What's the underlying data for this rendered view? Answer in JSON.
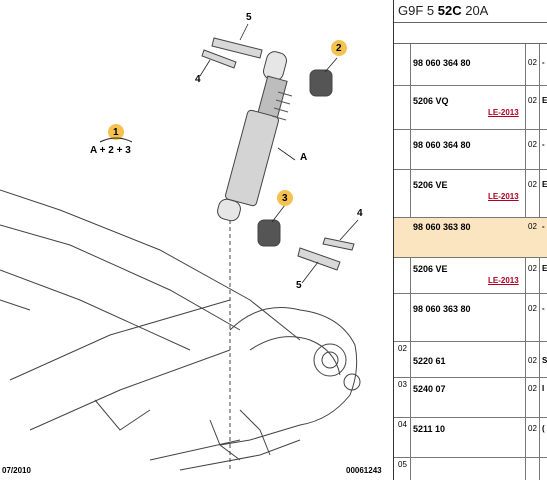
{
  "diagram": {
    "callouts": {
      "c1": "1",
      "c1_formula": "A + 2 + 3",
      "c2": "2",
      "c3": "3",
      "c4_top": "4",
      "c4_bottom": "4",
      "c5_top": "5",
      "c5_bottom": "5",
      "cA": "A"
    },
    "footer_left": "07/2010",
    "footer_right": "00061243"
  },
  "parts": {
    "ref_prefix": "G9F 5 ",
    "ref_bold": "52C",
    "ref_suffix": " 20A",
    "rows": [
      {
        "part": "98 060 364 80",
        "qty": "02",
        "trunc": "-"
      },
      {
        "part": "5206 VQ",
        "qty": "02",
        "trunc": "E",
        "tag": "LE-2013"
      },
      {
        "part": "98 060 364 80",
        "qty": "02",
        "trunc": "-"
      },
      {
        "part": "5206 VE",
        "qty": "02",
        "trunc": "E",
        "tag": "LE-2013"
      },
      {
        "part": "98 060 363 80",
        "qty": "02",
        "trunc": "-"
      },
      {
        "part": "5206 VE",
        "qty": "02",
        "trunc": "E",
        "tag": "LE-2013"
      },
      {
        "part": "98 060 363 80",
        "qty": "02",
        "trunc": "-"
      },
      {
        "index": "02",
        "part": "5220 61",
        "qty": "02",
        "trunc": "S"
      },
      {
        "index": "03",
        "part": "5240 07",
        "qty": "02",
        "trunc": "I"
      },
      {
        "index": "04",
        "part": "5211 10",
        "qty": "02",
        "trunc": "("
      },
      {
        "index": "05",
        "part": "",
        "qty": "",
        "trunc": ""
      }
    ],
    "highlight_row": 4,
    "highlight_color": "#fbe5c0",
    "tag_color": "#b00020"
  }
}
